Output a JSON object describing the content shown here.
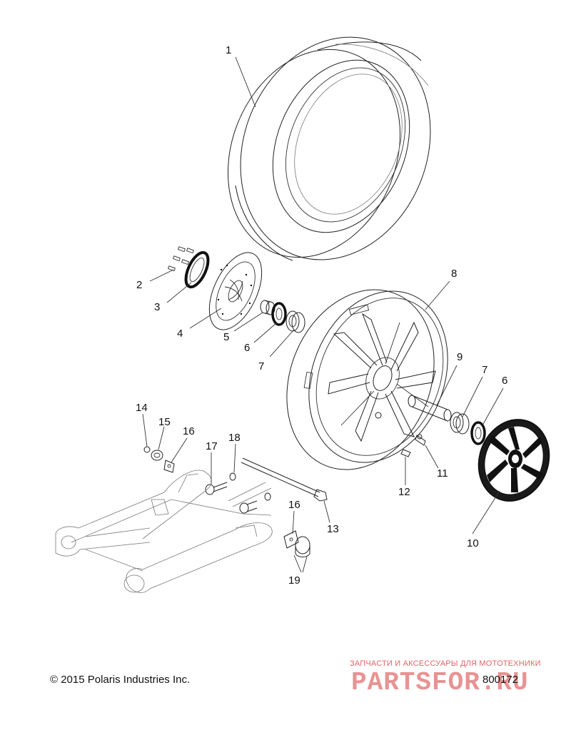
{
  "callouts": [
    "1",
    "2",
    "3",
    "4",
    "5",
    "6",
    "7",
    "8",
    "9",
    "7",
    "6",
    "10",
    "11",
    "12",
    "13",
    "14",
    "15",
    "16",
    "17",
    "18",
    "16",
    "19"
  ],
  "footer": {
    "copyright": "© 2015 Polaris Industries Inc.",
    "diagram_number": "800172"
  },
  "watermark": {
    "tagline": "ЗАПЧАСТИ И АКСЕССУАРЫ ДЛЯ МОТОТЕХНИКИ",
    "logo": "PARTSFOR.RU"
  }
}
